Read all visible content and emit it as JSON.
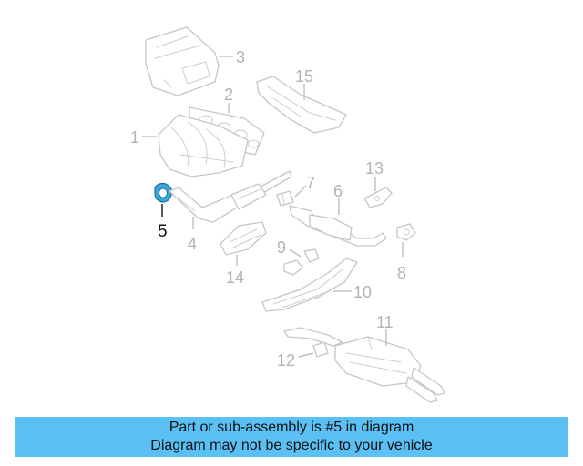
{
  "callouts": {
    "c1": "1",
    "c2": "2",
    "c3": "3",
    "c4": "4",
    "c5": "5",
    "c6": "6",
    "c7": "7",
    "c8": "8",
    "c9": "9",
    "c10": "10",
    "c11": "11",
    "c12": "12",
    "c13": "13",
    "c14": "14",
    "c15": "15"
  },
  "highlight": {
    "part_number": "5",
    "color": "#3aa7e0"
  },
  "banner": {
    "line1": "Part or sub-assembly is #5 in diagram",
    "line2": "Diagram may not be specific to your vehicle",
    "background": "#5bc0f3"
  }
}
